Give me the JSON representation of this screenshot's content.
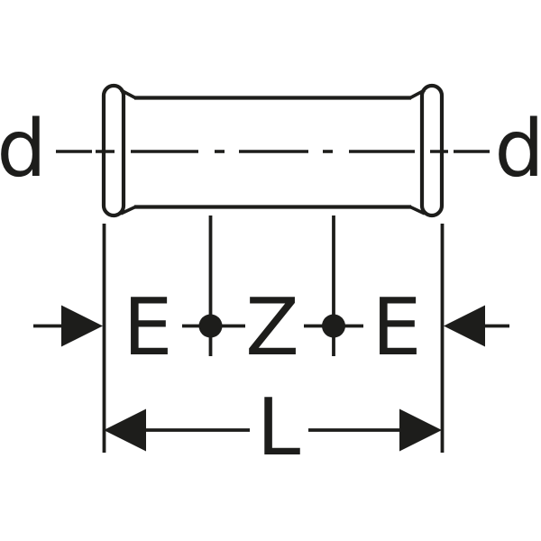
{
  "drawing": {
    "description": "press fitting slip coupling dimension drawing",
    "line_color": "#1d1d1b",
    "background_color": "#ffffff",
    "labels": {
      "d_left": "d",
      "d_right": "d",
      "e_left": "E",
      "z_center": "Z",
      "e_right": "E",
      "l_total": "L"
    }
  }
}
